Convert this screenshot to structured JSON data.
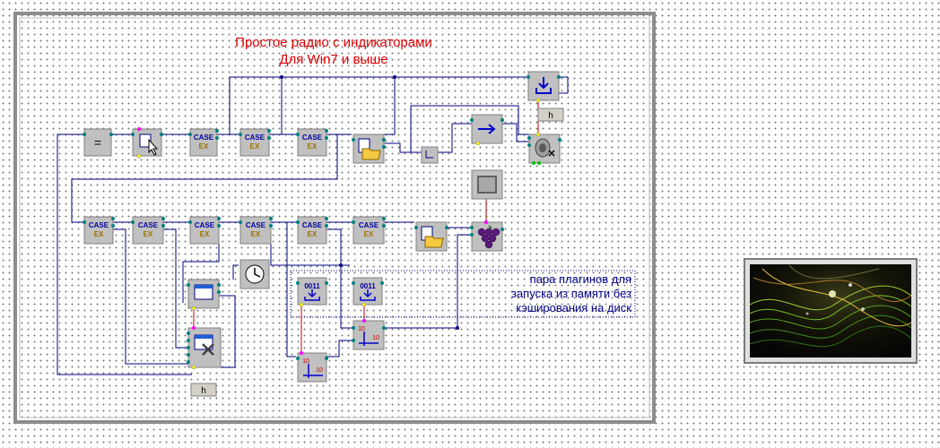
{
  "title_line1": "Простое радио с индикаторами",
  "title_line2": "Для Win7 и выше",
  "note_lines": [
    "пара  плагинов для",
    "запуска из памяти без",
    "кэширования на диск"
  ],
  "case_label_top": "CASE",
  "case_label_bottom": "EX",
  "equal_symbol": "=",
  "h_label": "h",
  "binary_label": "0011",
  "num_label": "10",
  "colors": {
    "title": "#e00000",
    "note": "#00008b",
    "wire": "#000080",
    "wire_red": "#c00000",
    "block_fill": "#c0c0c0",
    "case_blue": "#0000a0",
    "case_gold": "#a07000",
    "point_teal": "#008080",
    "point_yellow": "#ffff00",
    "point_pink": "#ff00ff"
  }
}
